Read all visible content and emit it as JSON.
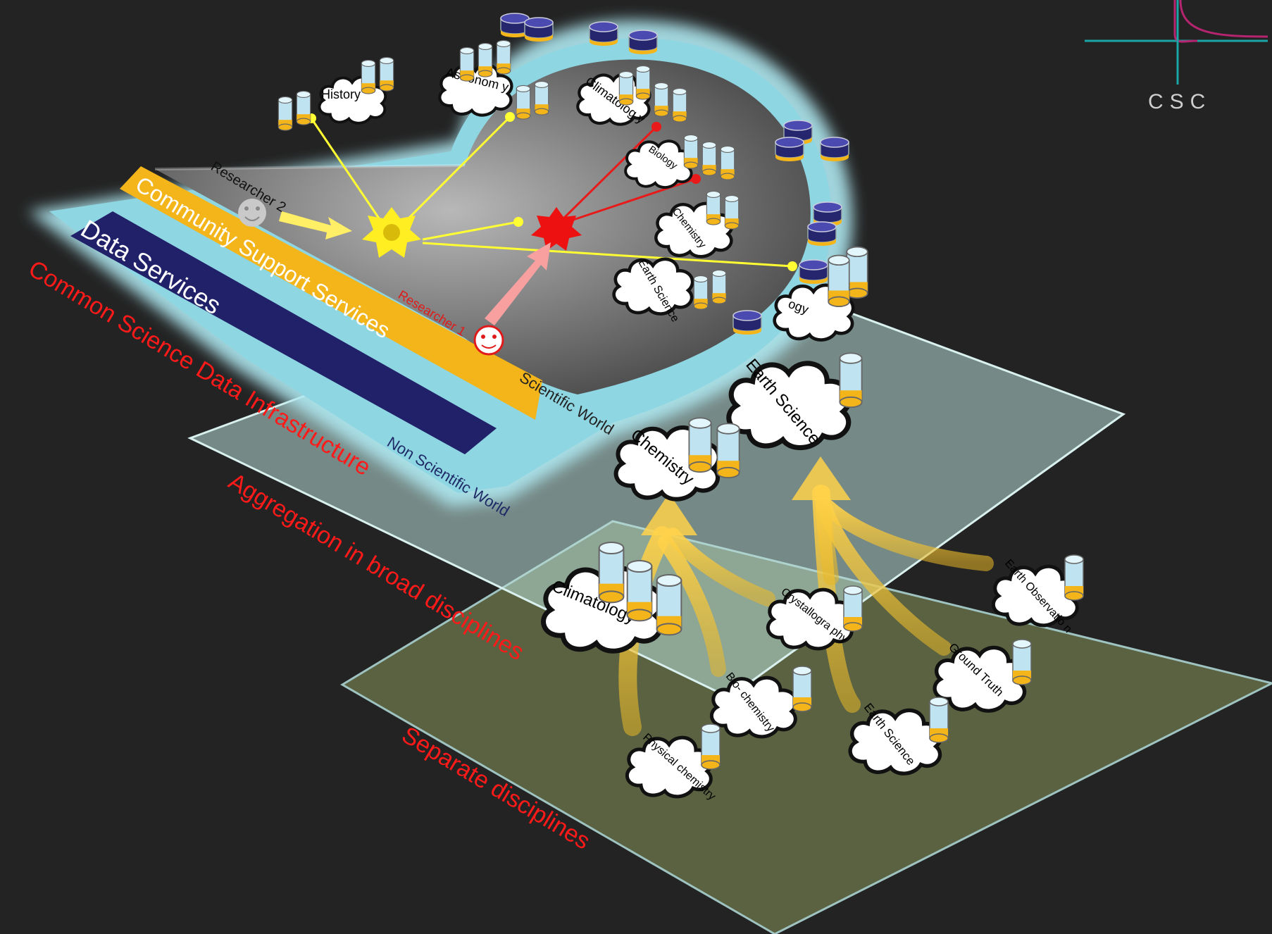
{
  "logo": {
    "text": "CSC",
    "colors": {
      "teal": "#1aa6a6",
      "magenta": "#b5246e",
      "text": "#cfcfcf"
    }
  },
  "layers": {
    "top": "Common Science Data Infrastructure",
    "middle": "Aggregation in broad disciplines",
    "bottom": "Separate disciplines"
  },
  "services": {
    "community": "Community Support Services",
    "data": "Data Services"
  },
  "worlds": {
    "scientific": "Scientific World",
    "non_scientific": "Non Scientific World"
  },
  "researchers": {
    "r2": "Researcher 2",
    "r1": "Researcher 1"
  },
  "top_clouds": {
    "history": "History",
    "astronomy": "Astronom y",
    "climatology": "Climatolog y",
    "biology": "Biology",
    "chemistry": "Chemistry",
    "earth_science": "Earth Science",
    "partial": "ogy"
  },
  "middle_clouds": {
    "earth_science": "Earth Science",
    "chemistry": "Chemistry",
    "climatology": "Climatology"
  },
  "bottom_clouds": {
    "crystallography": "Crystallogra phy",
    "earth_observation": "Earth Observatio n",
    "bio_chemistry": "Bio- chemistry",
    "ground_truth": "Ground Truth",
    "earth_science": "Earth Science",
    "physical_chemistry": "Physical chemistry"
  },
  "colors": {
    "background": "#232323",
    "red_text": "#ff1a1a",
    "yellow_band": "#f3b51a",
    "navy_band": "#21216a",
    "glow": "#aee7f0",
    "bottom_plane": "#5a6242",
    "middle_plane": "#b9ded8",
    "arrow": "#e8b726"
  }
}
